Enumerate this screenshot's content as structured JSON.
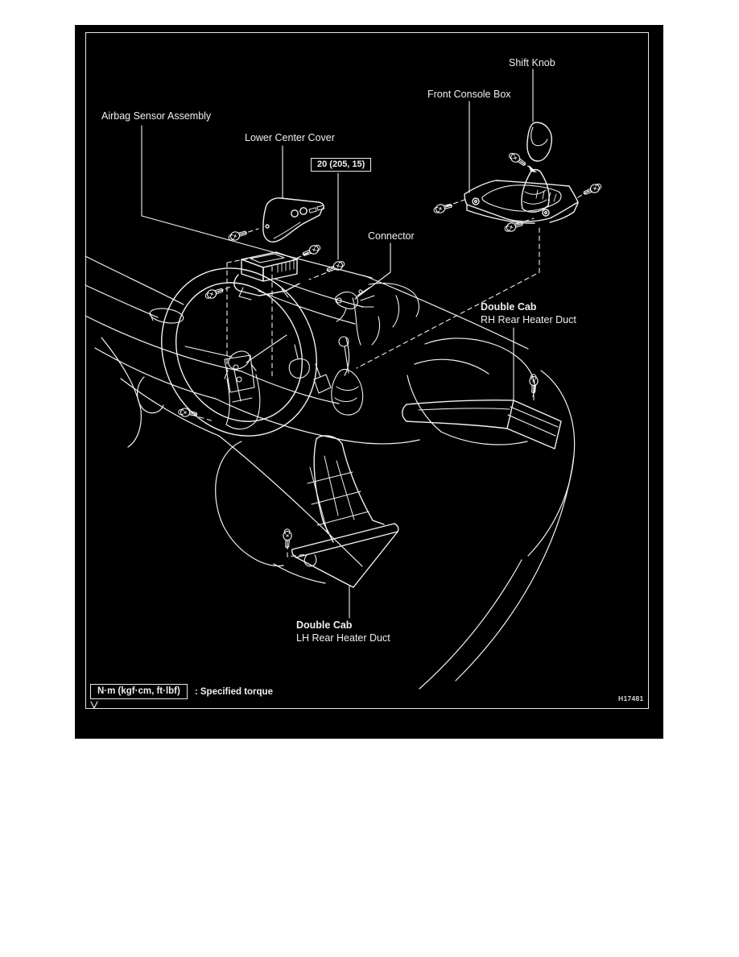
{
  "diagram": {
    "colors": {
      "background": "#000000",
      "page": "#ffffff",
      "line": "#f2f2f2"
    },
    "drawing_number": "H17481",
    "labels": {
      "shift_knob": "Shift Knob",
      "front_console_box": "Front Console Box",
      "airbag_sensor_assembly": "Airbag Sensor Assembly",
      "lower_center_cover": "Lower Center Cover",
      "torque_spec": "20 (205, 15)",
      "connector": "Connector",
      "rh_duct": {
        "line1": "Double Cab",
        "line2": "RH Rear Heater Duct"
      },
      "lh_duct": {
        "line1": "Double Cab",
        "line2": "LH Rear Heater Duct"
      }
    },
    "legend": {
      "symbol": "N·m (kgf·cm, ft·lbf)",
      "meaning": ": Specified torque"
    }
  }
}
